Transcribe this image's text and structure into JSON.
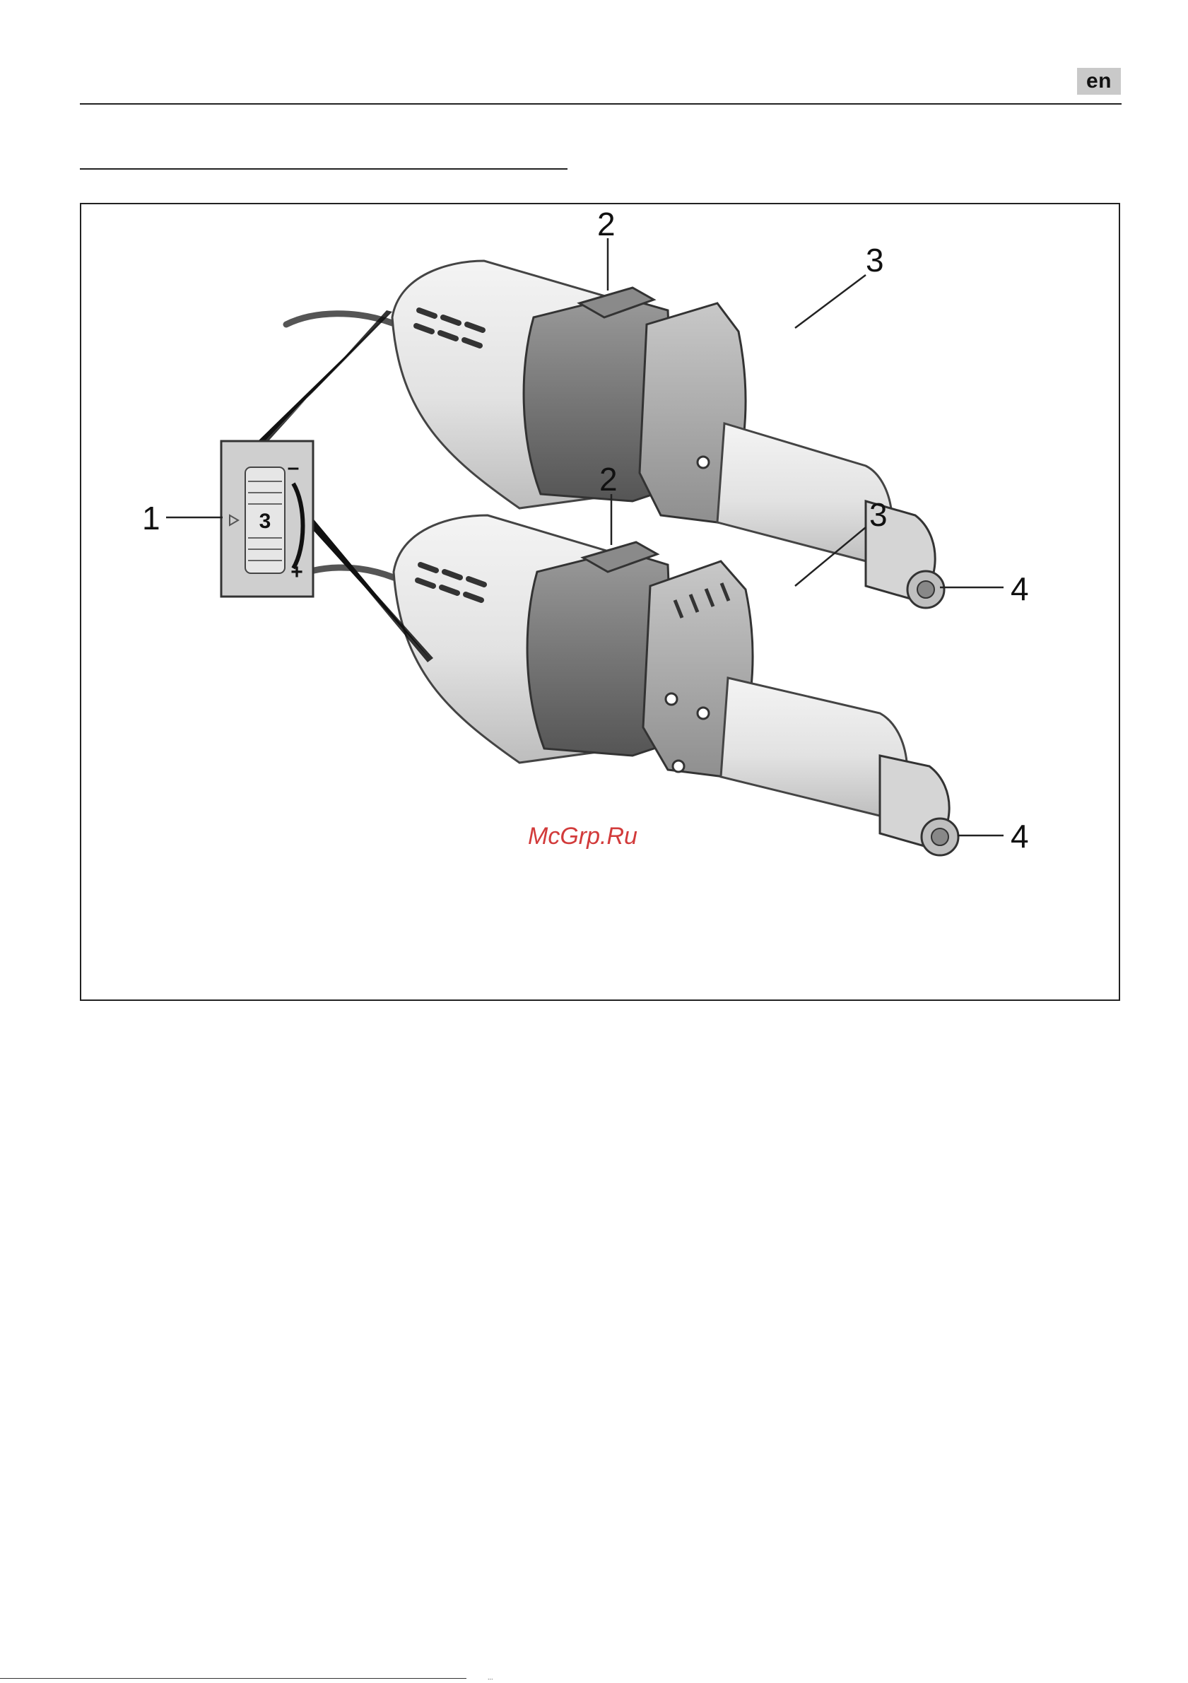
{
  "header": {
    "language_badge": "en"
  },
  "figure": {
    "callouts": {
      "speed_dial": "1",
      "switch_top": "2",
      "neck_top": "3",
      "collet_top": "4",
      "switch_bottom": "2",
      "neck_bottom": "3",
      "collet_bottom": "4"
    },
    "speed_dial_inset": {
      "minus": "–",
      "number": "3",
      "plus": "+"
    },
    "watermark": "McGrp.Ru"
  },
  "footer": {
    "text": "..."
  }
}
